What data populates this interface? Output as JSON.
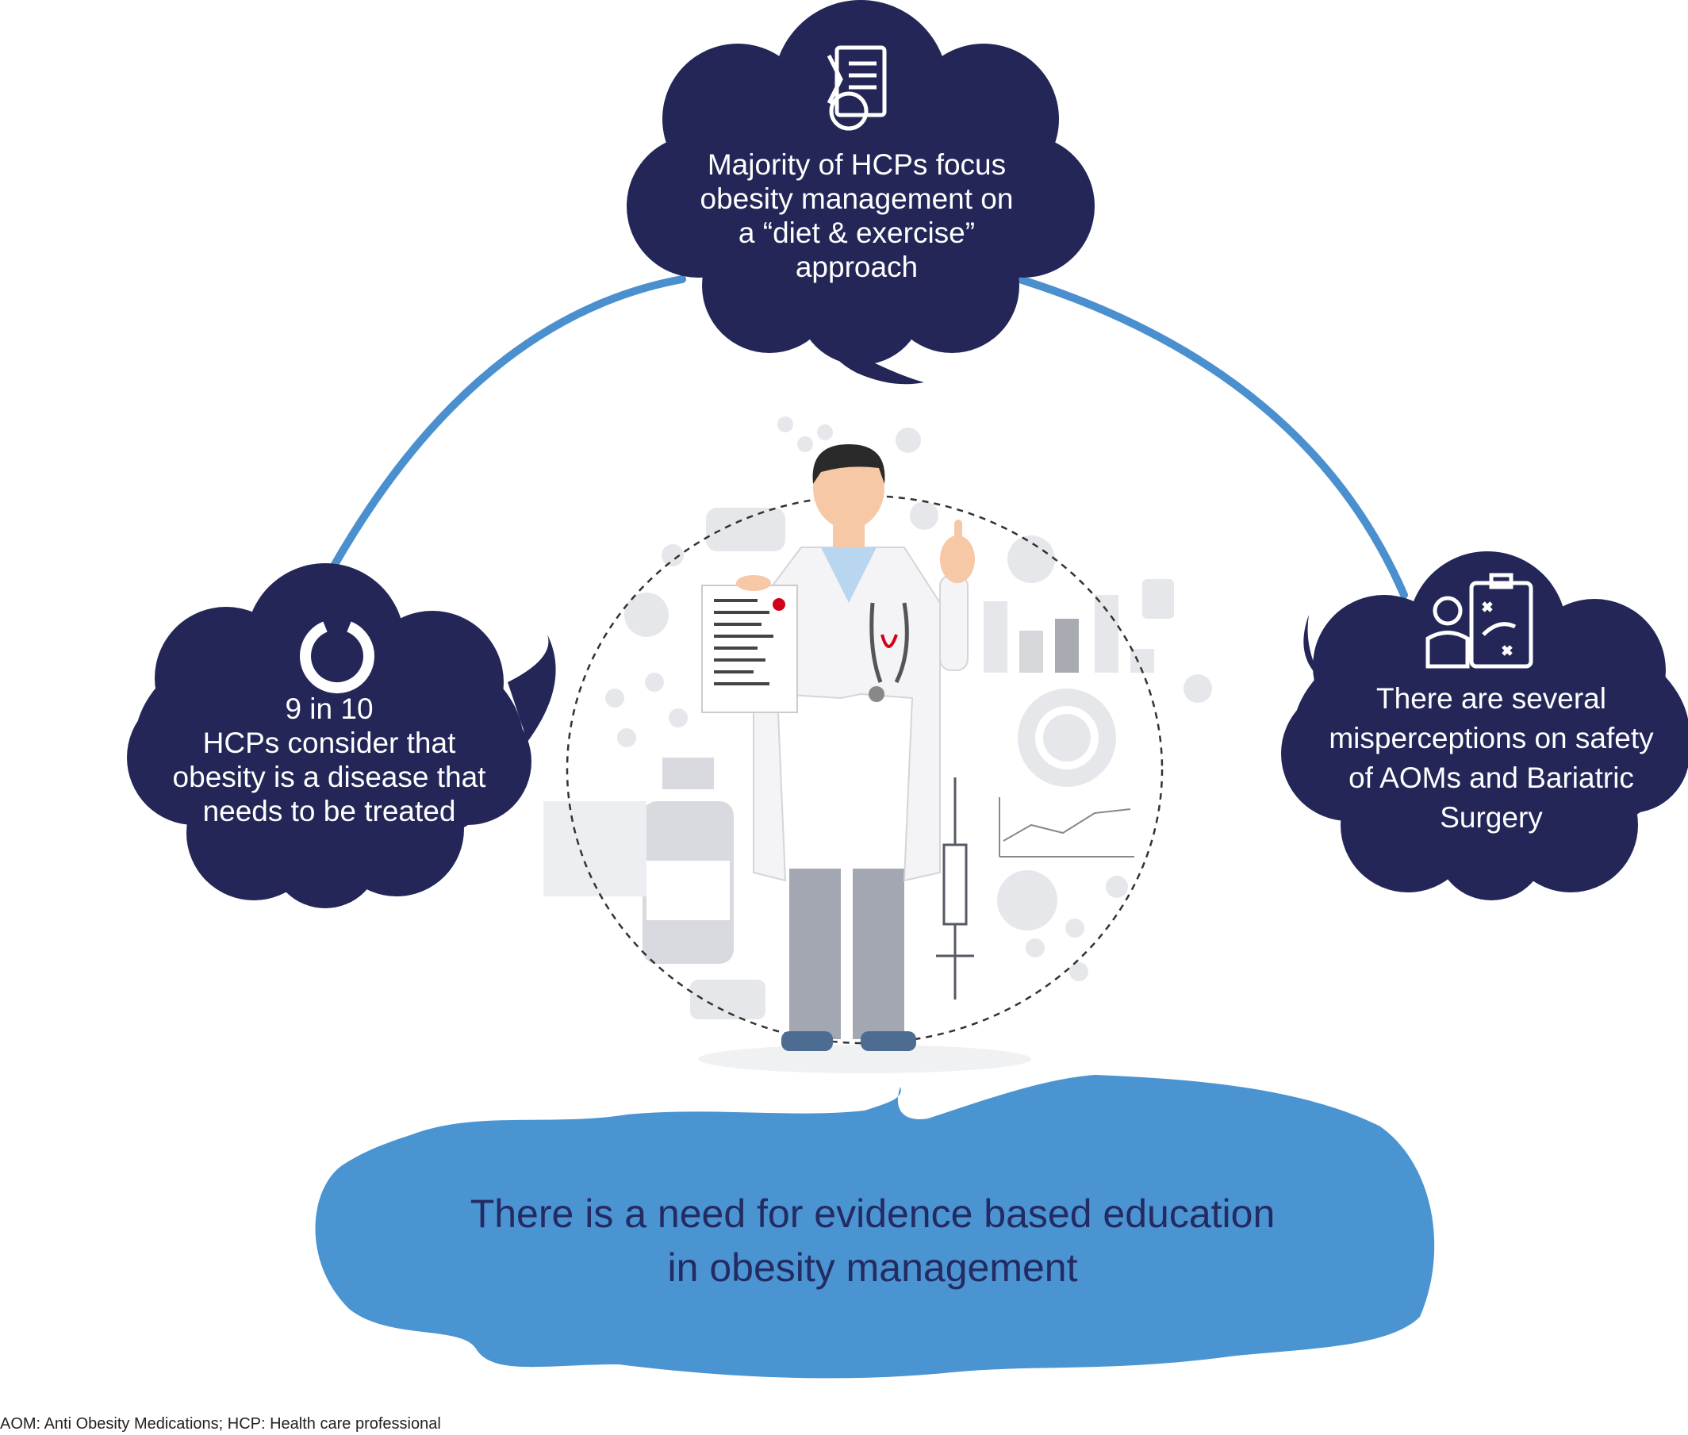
{
  "colors": {
    "navy": "#232657",
    "arc_blue": "#4a90cf",
    "bottom_bubble": "#4a94d1",
    "bottom_text": "#242a62",
    "background_icons": "#e6e7ea"
  },
  "top_bubble": {
    "icon": "diet-prescription-icon",
    "lines": [
      "Majority of HCPs focus",
      "obesity management on",
      "a “diet & exercise”",
      "approach"
    ]
  },
  "left_bubble": {
    "icon": "ring-chart-icon",
    "stat": "9 in 10",
    "lines": [
      "HCPs consider that",
      "obesity is a disease that",
      "needs to be treated"
    ]
  },
  "right_bubble": {
    "icon": "strategy-clipboard-icon",
    "lines": [
      "There are several",
      "misperceptions on safety",
      "of AOMs and Bariatric",
      "Surgery"
    ]
  },
  "bottom_bubble": {
    "lines": [
      "There is a need for evidence based education",
      "in obesity management"
    ]
  },
  "center_illustration": {
    "icon": "doctor-illustration"
  },
  "footnote": "AOM: Anti Obesity Medications; HCP: Health care professional"
}
